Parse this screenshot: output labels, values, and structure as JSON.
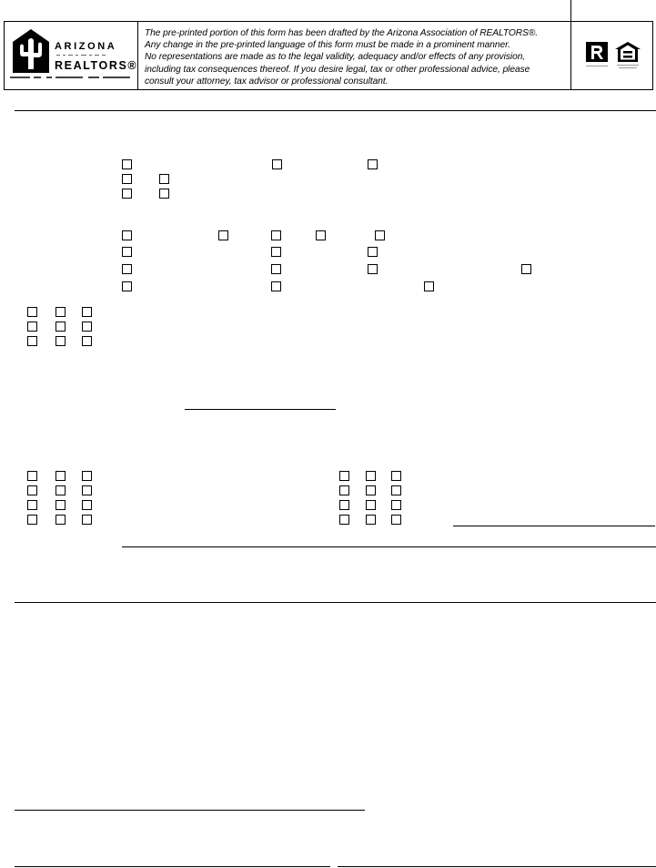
{
  "header": {
    "disclaimer_lines": [
      "The pre-printed portion of this form has been drafted by the Arizona Association of REALTORS®.",
      "Any change in the pre-printed language of this form must be made in a prominent manner.",
      "No representations are made as to the legal validity, adequacy and/or effects of any provision,",
      "including tax consequences thereof. If you desire legal, tax or other professional advice, please",
      "consult your attorney, tax advisor or professional consultant."
    ],
    "logo": {
      "word1": "ARIZONA",
      "word2": "REALTORS®",
      "icon": "saguaro-cactus-house-icon"
    },
    "marks": {
      "realtor_icon": "realtor-r-icon",
      "equal_housing_icon": "equal-housing-icon"
    }
  },
  "colors": {
    "ink": "#000000",
    "paper": "#ffffff"
  }
}
